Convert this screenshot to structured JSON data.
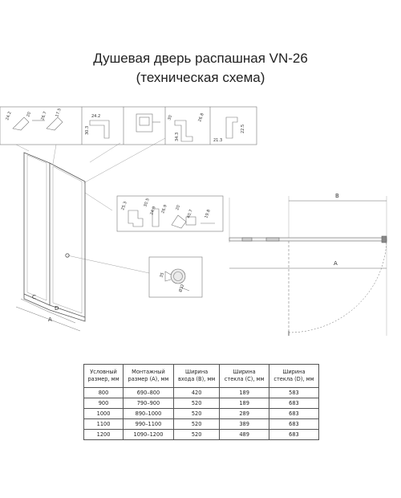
{
  "title_line1": "Душевая дверь распашная VN-26",
  "title_line2": "(техническая схема)",
  "detail_strip_dims": [
    "24.2",
    "20",
    "26.7",
    "17.5",
    "24.2",
    "30.3",
    "30",
    "34.3",
    "26.8",
    "21.3",
    "22.5"
  ],
  "profile_callout_dims": [
    "25.3",
    "30.5",
    "24.9",
    "26.9",
    "20",
    "40.7",
    "19.8"
  ],
  "knob_dims": [
    "35",
    "Ø32"
  ],
  "door_labels": {
    "c": "C",
    "d": "D",
    "a": "A"
  },
  "plan_labels": {
    "b": "B",
    "a": "A"
  },
  "table": {
    "headers": [
      [
        "Условный",
        "размер, мм"
      ],
      [
        "Монтажный",
        "размер (A), мм"
      ],
      [
        "Ширина",
        "входа (B), мм"
      ],
      [
        "Ширина",
        "стекла (C), мм"
      ],
      [
        "Ширина",
        "стекла (D), мм"
      ]
    ],
    "rows": [
      [
        "800",
        "690–800",
        "420",
        "189",
        "583"
      ],
      [
        "900",
        "790–900",
        "520",
        "189",
        "683"
      ],
      [
        "1000",
        "890–1000",
        "520",
        "289",
        "683"
      ],
      [
        "1100",
        "990–1100",
        "520",
        "389",
        "683"
      ],
      [
        "1200",
        "1090–1200",
        "520",
        "489",
        "683"
      ]
    ]
  }
}
